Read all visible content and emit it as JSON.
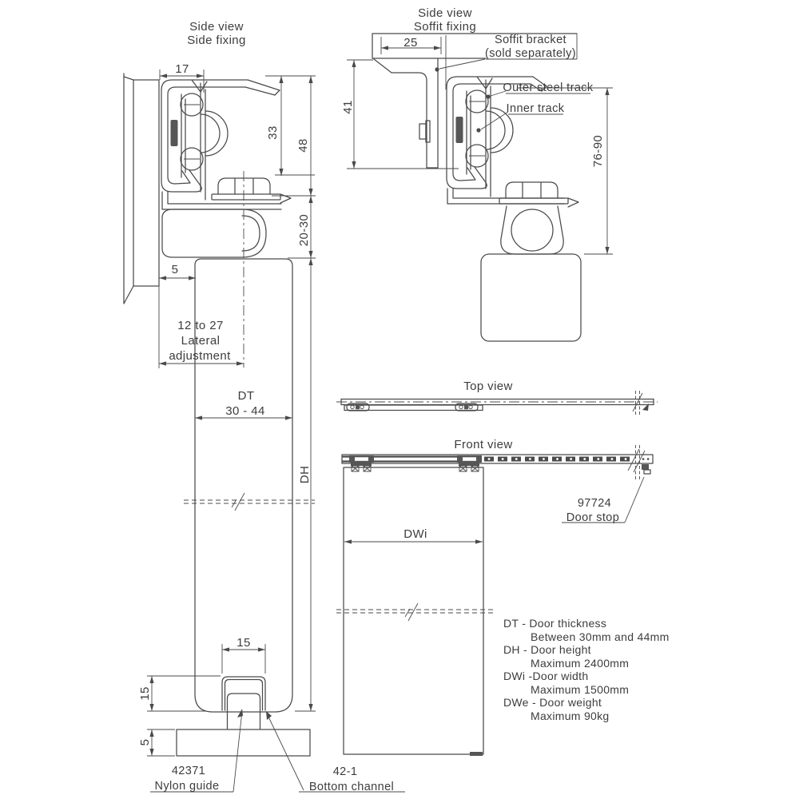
{
  "colors": {
    "line": "#4a4a4a",
    "text": "#3d3d3d",
    "dark_fill": "#565656",
    "background": "#ffffff"
  },
  "side_fixing_view": {
    "title_line1": "Side view",
    "title_line2": "Side fixing",
    "dim_track_width": "17",
    "dim_roller_height": "33",
    "dim_track_height": "48",
    "dim_clearance": "20-30",
    "dim_wall_gap": "5",
    "lateral_line1": "12 to 27",
    "lateral_line2": "Lateral",
    "lateral_line3": "adjustment",
    "dim_door_thickness_label": "DT",
    "dim_door_thickness_range": "30 - 44",
    "dim_door_height_label": "DH"
  },
  "soffit_fixing_view": {
    "title_line1": "Side view",
    "title_line2": "Soffit fixing",
    "dim_bracket_width": "25",
    "dim_bracket_height": "41",
    "dim_track_to_door": "76-90",
    "callout_bracket_line1": "Soffit bracket",
    "callout_bracket_line2": "(sold separately)",
    "callout_outer_track": "Outer steel track",
    "callout_inner_track": "Inner track"
  },
  "top_view": {
    "title": "Top view"
  },
  "front_view": {
    "title": "Front view",
    "dim_door_width_label": "DWi",
    "door_stop_code": "97724",
    "door_stop_label": "Door stop"
  },
  "bottom_detail": {
    "dim_channel_width": "15",
    "dim_channel_height": "15",
    "dim_plate_height": "5",
    "nylon_guide_code": "42371",
    "nylon_guide_label": "Nylon guide",
    "bottom_channel_code": "42-1",
    "bottom_channel_label": "Bottom channel"
  },
  "legend": {
    "items": [
      {
        "term": "DT - Door thickness",
        "detail": "Between 30mm and 44mm"
      },
      {
        "term": "DH - Door height",
        "detail": "Maximum 2400mm"
      },
      {
        "term": "DWi -Door width",
        "detail": "Maximum 1500mm"
      },
      {
        "term": "DWe - Door weight",
        "detail": "Maximum 90kg"
      }
    ]
  }
}
